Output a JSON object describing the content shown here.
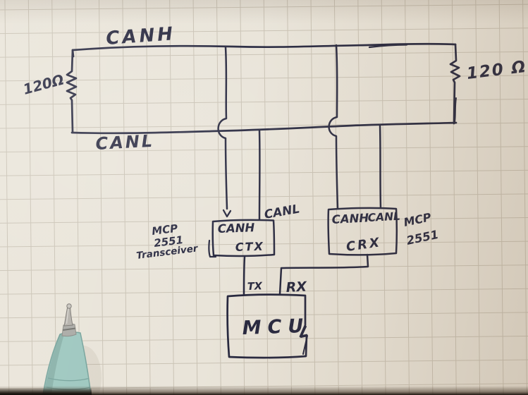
{
  "diagram": {
    "title_context": "Hand-drawn CAN bus schematic on grid paper",
    "bus": {
      "high_label": "CANH",
      "low_label": "CANL"
    },
    "terminators": {
      "left_value": "120Ω",
      "right_value": "120 Ω"
    },
    "left_transceiver": {
      "chip_line1": "MCP",
      "chip_line2": "2551",
      "chip_line3": "Transceiver",
      "pin_canh": "CANH",
      "pin_canl_wire": "CANL",
      "pin_tx": "CTX"
    },
    "right_transceiver": {
      "chip_line1": "MCP",
      "chip_line2": "2551",
      "pin_canh": "CANH",
      "pin_canl": "CANL",
      "pin_rx": "CRX"
    },
    "mcu": {
      "name": "MCU",
      "tx_pin": "TX",
      "rx_pin": "RX"
    }
  },
  "colors": {
    "ink": "#27283f",
    "paper": "#e9e4d9",
    "grid": "#c9c2b4",
    "pen_body": "#9cc6be",
    "pen_edge": "#74a19a",
    "pen_metal": "#b3b0aa"
  }
}
